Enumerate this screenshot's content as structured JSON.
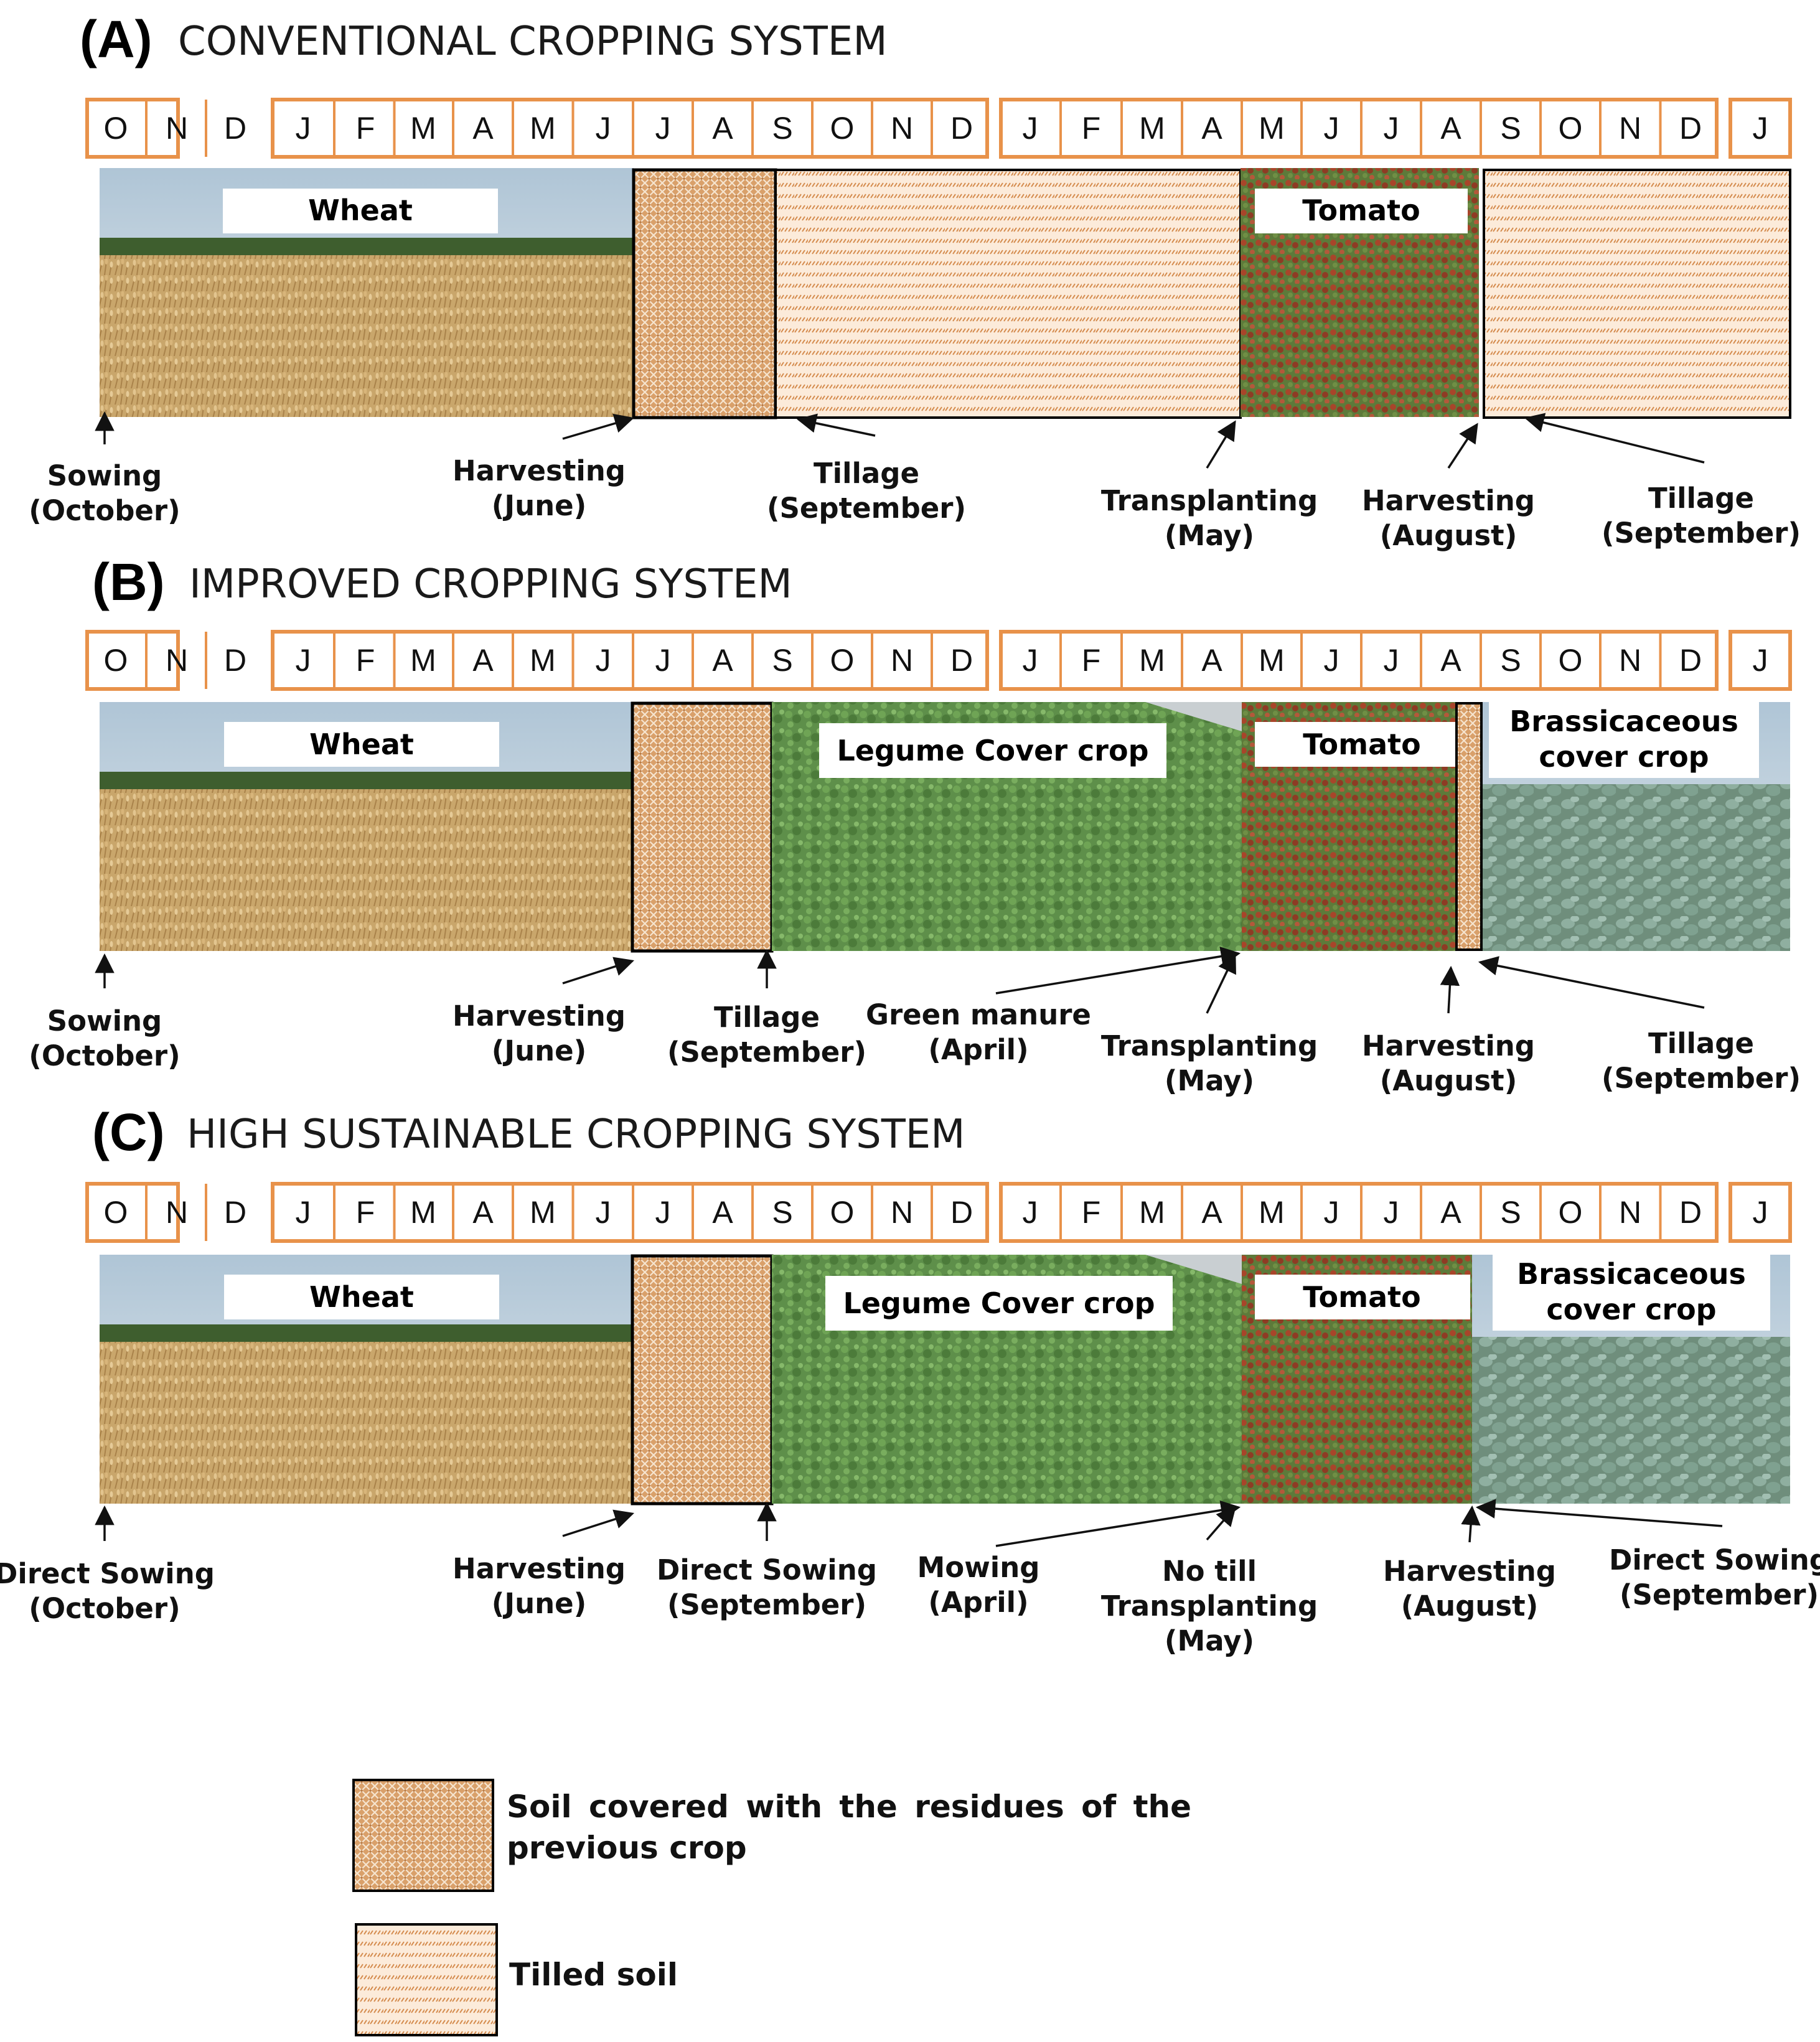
{
  "months": [
    "O",
    "N",
    "D",
    "J",
    "F",
    "M",
    "A",
    "M",
    "J",
    "J",
    "A",
    "S",
    "O",
    "N",
    "D",
    "J",
    "F",
    "M",
    "A",
    "M",
    "J",
    "J",
    "A",
    "S",
    "O",
    "N",
    "D",
    "J"
  ],
  "colors": {
    "month_border": "#E8924A",
    "residue_fill": "#D9A06A",
    "tilled_fill": "#FBE6D0",
    "tilled_stroke": "#D48A4C",
    "wheat_field": "#C9A66B",
    "legume_field": "#5E8F4A",
    "tomato_field": "#9A4A2C",
    "brassica_field": "#7E9C8C",
    "sky": "#C8D6E0"
  },
  "panels": [
    {
      "id": "A",
      "letter": "(A)",
      "title": "CONVENTIONAL CROPPING SYSTEM",
      "crop_labels": {
        "wheat": "Wheat",
        "tomato": "Tomato"
      },
      "events": [
        {
          "lines": [
            "Sowing",
            "(October)"
          ]
        },
        {
          "lines": [
            "Harvesting",
            "(June)"
          ]
        },
        {
          "lines": [
            "Tillage",
            "(September)"
          ]
        },
        {
          "lines": [
            "Transplanting",
            "(May)"
          ]
        },
        {
          "lines": [
            "Harvesting",
            "(August)"
          ]
        },
        {
          "lines": [
            "Tillage",
            "(September)"
          ]
        }
      ]
    },
    {
      "id": "B",
      "letter": "(B)",
      "title": "IMPROVED CROPPING SYSTEM",
      "crop_labels": {
        "wheat": "Wheat",
        "legume": "Legume Cover crop",
        "tomato": "Tomato",
        "brassica": [
          "Brassicaceous",
          "cover crop"
        ]
      },
      "events": [
        {
          "lines": [
            "Sowing",
            "(October)"
          ]
        },
        {
          "lines": [
            "Harvesting",
            "(June)"
          ]
        },
        {
          "lines": [
            "Tillage",
            "(September)"
          ]
        },
        {
          "lines": [
            "Green manure",
            "(April)"
          ]
        },
        {
          "lines": [
            "Transplanting",
            "(May)"
          ]
        },
        {
          "lines": [
            "Harvesting",
            "(August)"
          ]
        },
        {
          "lines": [
            "Tillage",
            "(September)"
          ]
        }
      ]
    },
    {
      "id": "C",
      "letter": "(C)",
      "title": "HIGH SUSTAINABLE CROPPING SYSTEM",
      "crop_labels": {
        "wheat": "Wheat",
        "legume": "Legume Cover crop",
        "tomato": "Tomato",
        "brassica": [
          "Brassicaceous",
          "cover crop"
        ]
      },
      "events": [
        {
          "lines": [
            "Direct Sowing",
            "(October)"
          ]
        },
        {
          "lines": [
            "Harvesting",
            "(June)"
          ]
        },
        {
          "lines": [
            "Direct Sowing",
            "(September)"
          ]
        },
        {
          "lines": [
            "Mowing",
            "(April)"
          ]
        },
        {
          "lines": [
            "No till",
            "Transplanting",
            "(May)"
          ]
        },
        {
          "lines": [
            "Harvesting",
            "(August)"
          ]
        },
        {
          "lines": [
            "Direct Sowing",
            "(September)"
          ]
        }
      ]
    }
  ],
  "legend": {
    "residue": "Soil covered with the residues of the previous crop",
    "tilled": "Tilled soil"
  }
}
